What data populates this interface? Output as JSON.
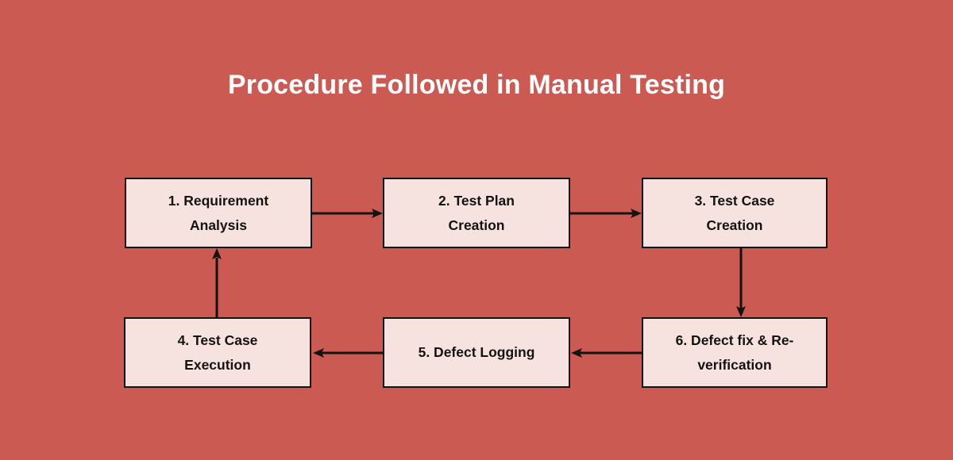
{
  "diagram": {
    "title": "Procedure Followed in Manual Testing",
    "type": "flowchart-cycle",
    "colors": {
      "background": "#CB5A53",
      "node_fill": "#F6E3E0",
      "node_border": "#15120F",
      "title_text": "#FFFFFF",
      "node_text": "#15120F",
      "arrow": "#15120F"
    },
    "nodes": [
      {
        "id": "node-1",
        "number": "1.",
        "label": "1. Requirement Analysis",
        "line1": "1. Requirement",
        "line2": "Analysis"
      },
      {
        "id": "node-2",
        "number": "2.",
        "label": "2. Test Plan Creation",
        "line1": "2. Test Plan",
        "line2": "Creation"
      },
      {
        "id": "node-3",
        "number": "3.",
        "label": "3. Test Case Creation",
        "line1": "3. Test Case",
        "line2": "Creation"
      },
      {
        "id": "node-4",
        "number": "4.",
        "label": "4. Test Case Execution",
        "line1": "4. Test Case",
        "line2": "Execution"
      },
      {
        "id": "node-5",
        "number": "5.",
        "label": "5. Defect Logging",
        "line1": "5. Defect Logging",
        "line2": ""
      },
      {
        "id": "node-6",
        "number": "6.",
        "label": "6. Defect fix & Re-verification",
        "line1": "6. Defect fix & Re-",
        "line2": "verification"
      }
    ],
    "edges": [
      {
        "id": "edge-1-2",
        "from": "node-1",
        "to": "node-2",
        "direction": "right"
      },
      {
        "id": "edge-2-3",
        "from": "node-2",
        "to": "node-3",
        "direction": "right"
      },
      {
        "id": "edge-3-6",
        "from": "node-3",
        "to": "node-6",
        "direction": "down"
      },
      {
        "id": "edge-6-5",
        "from": "node-6",
        "to": "node-5",
        "direction": "left"
      },
      {
        "id": "edge-5-4",
        "from": "node-5",
        "to": "node-4",
        "direction": "left"
      },
      {
        "id": "edge-4-1",
        "from": "node-4",
        "to": "node-1",
        "direction": "up"
      }
    ]
  }
}
